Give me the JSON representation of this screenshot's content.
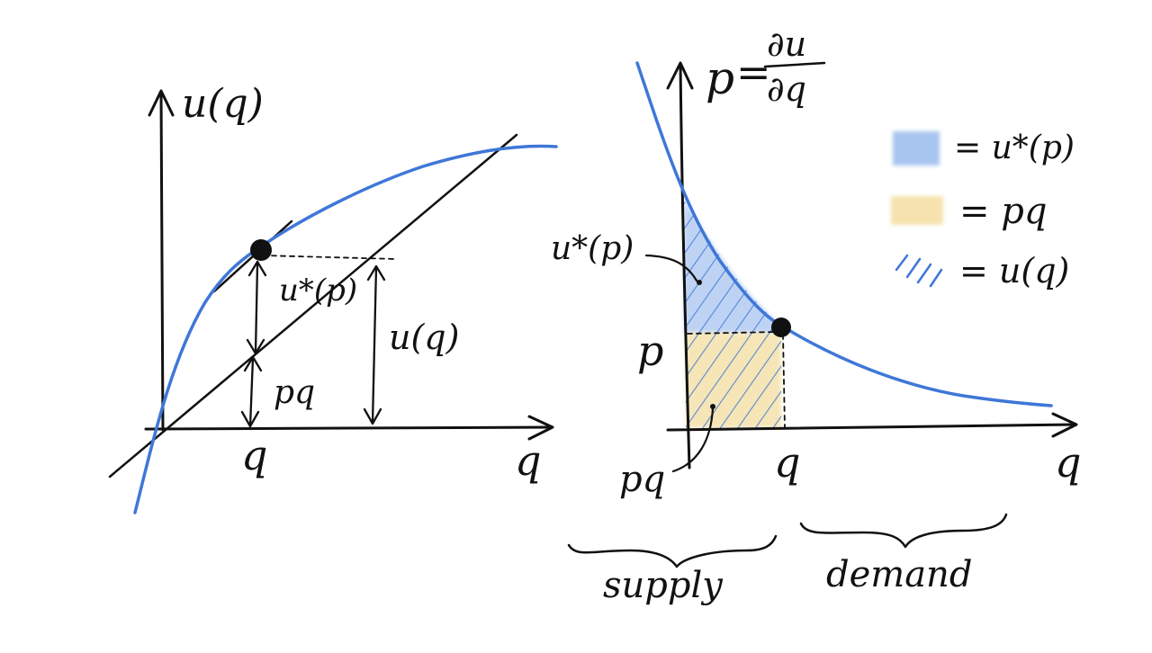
{
  "colors": {
    "ink": "#111111",
    "curve_blue": "#3f77d8",
    "consumer_fill": "#6f9fe6",
    "producer_fill": "#f3dc9a"
  },
  "left_plot": {
    "y_axis_label": "u(q)",
    "x_axis_label": "q",
    "q_tick_label": "q",
    "surplus_label": "u*(p)",
    "payment_label": "pq",
    "utility_label": "u(q)"
  },
  "right_plot": {
    "y_axis_label": "p = ∂u/∂q",
    "y_axis_p": "p",
    "y_axis_num": "∂u",
    "y_axis_den": "∂q",
    "x_axis_label": "q",
    "q_tick_label": "q",
    "p_tick_label": "p",
    "surplus_label": "u*(p)",
    "payment_label": "pq"
  },
  "legend": {
    "consumer_surplus": "= u*(p)",
    "payment": "= pq",
    "total_utility": "= u(q)"
  },
  "braces": {
    "supply": "supply",
    "demand": "demand"
  }
}
